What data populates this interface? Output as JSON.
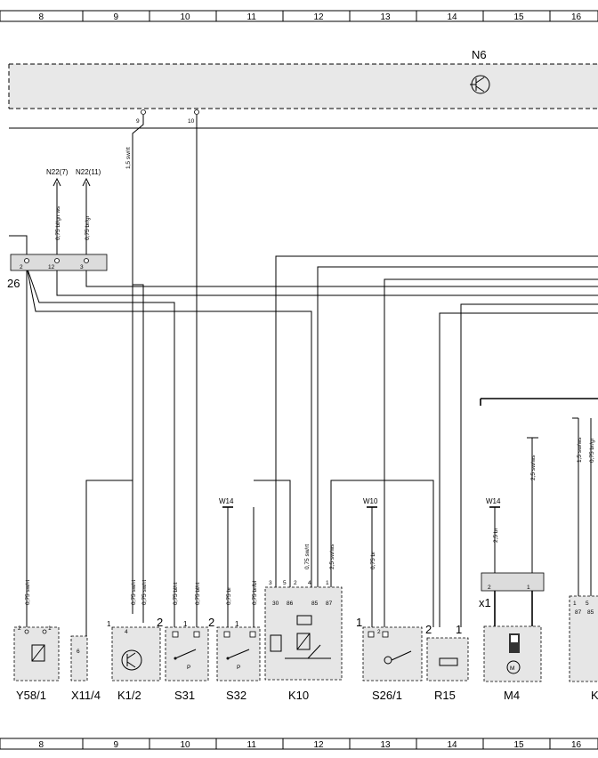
{
  "grid": [
    "8",
    "9",
    "10",
    "11",
    "12",
    "13",
    "14",
    "15",
    "16"
  ],
  "header_module": "N6",
  "module_pins": [
    "9",
    "10"
  ],
  "off_page": [
    {
      "ref": "N22(7)"
    },
    {
      "ref": "N22(11)"
    }
  ],
  "connector_left": {
    "label": "26",
    "pins": [
      "2",
      "12",
      "3"
    ]
  },
  "wire_labels": {
    "w_9_top": "1,5 sw/rt",
    "w_n22_7": "0,75 bl/gn ws",
    "w_n22_11": "0,75 br/gr",
    "w_y58": "0,75 sw/rt",
    "w_k12_a": "0,75 sw/rt",
    "w_k12_b": "0,75 sw/rt",
    "w_s31_a": "0,75 bl/rt",
    "w_s31_b": "0,75 bl/rt",
    "w_s32_a": "0,75 br",
    "w_s32_b": "0,75 br/bl",
    "w_k10_a": "0,75 sw/rt",
    "w_k10_b": "2,5 sw/ws",
    "w_s26": "0,75 br",
    "w_m4_a": "2,5 br",
    "w_m4_b": "2,5 sw/ws",
    "w_r_a": "1,5 sw/ws",
    "w_r_b": "0,75 br/gr"
  },
  "grounds": [
    "W14",
    "W10",
    "W14"
  ],
  "x1_label": "x1",
  "components": [
    {
      "id": "Y58/1",
      "pins": [
        "2",
        "1"
      ]
    },
    {
      "id": "X11/4",
      "pins": [
        "6"
      ]
    },
    {
      "id": "K1/2",
      "pins": [
        "1",
        "4"
      ]
    },
    {
      "id": "S31",
      "pins": [
        "2",
        "1"
      ]
    },
    {
      "id": "S32",
      "pins": [
        "2",
        "1"
      ]
    },
    {
      "id": "K10",
      "pins": [
        "3",
        "5",
        "2",
        "4",
        "1"
      ],
      "inner": [
        "30",
        "86",
        "85",
        "87"
      ]
    },
    {
      "id": "S26/1",
      "pins": [
        "1",
        "2"
      ]
    },
    {
      "id": "R15",
      "pins": [
        "2",
        "1"
      ]
    },
    {
      "id": "M4",
      "pins": [
        "2",
        "1"
      ]
    },
    {
      "id": "K",
      "pins": [
        "1",
        "5"
      ],
      "inner": [
        "87",
        "85"
      ]
    }
  ],
  "m4_symbol": "M",
  "k10_marks": {
    "p": "P"
  }
}
